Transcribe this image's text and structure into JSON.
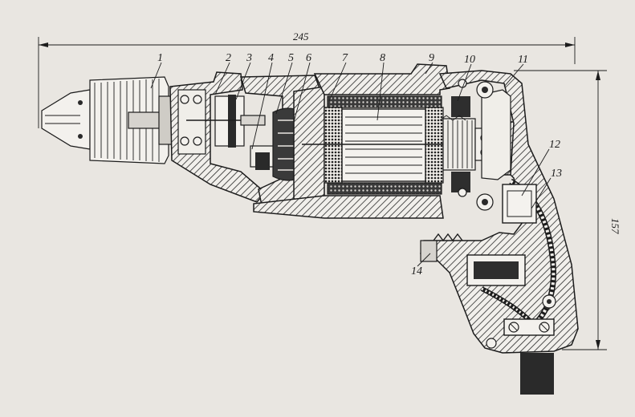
{
  "diagram": {
    "dimensions": {
      "length": "245",
      "height": "157"
    },
    "part_labels": [
      "1",
      "2",
      "3",
      "4",
      "5",
      "6",
      "7",
      "8",
      "9",
      "10",
      "11",
      "12",
      "13",
      "14"
    ]
  }
}
